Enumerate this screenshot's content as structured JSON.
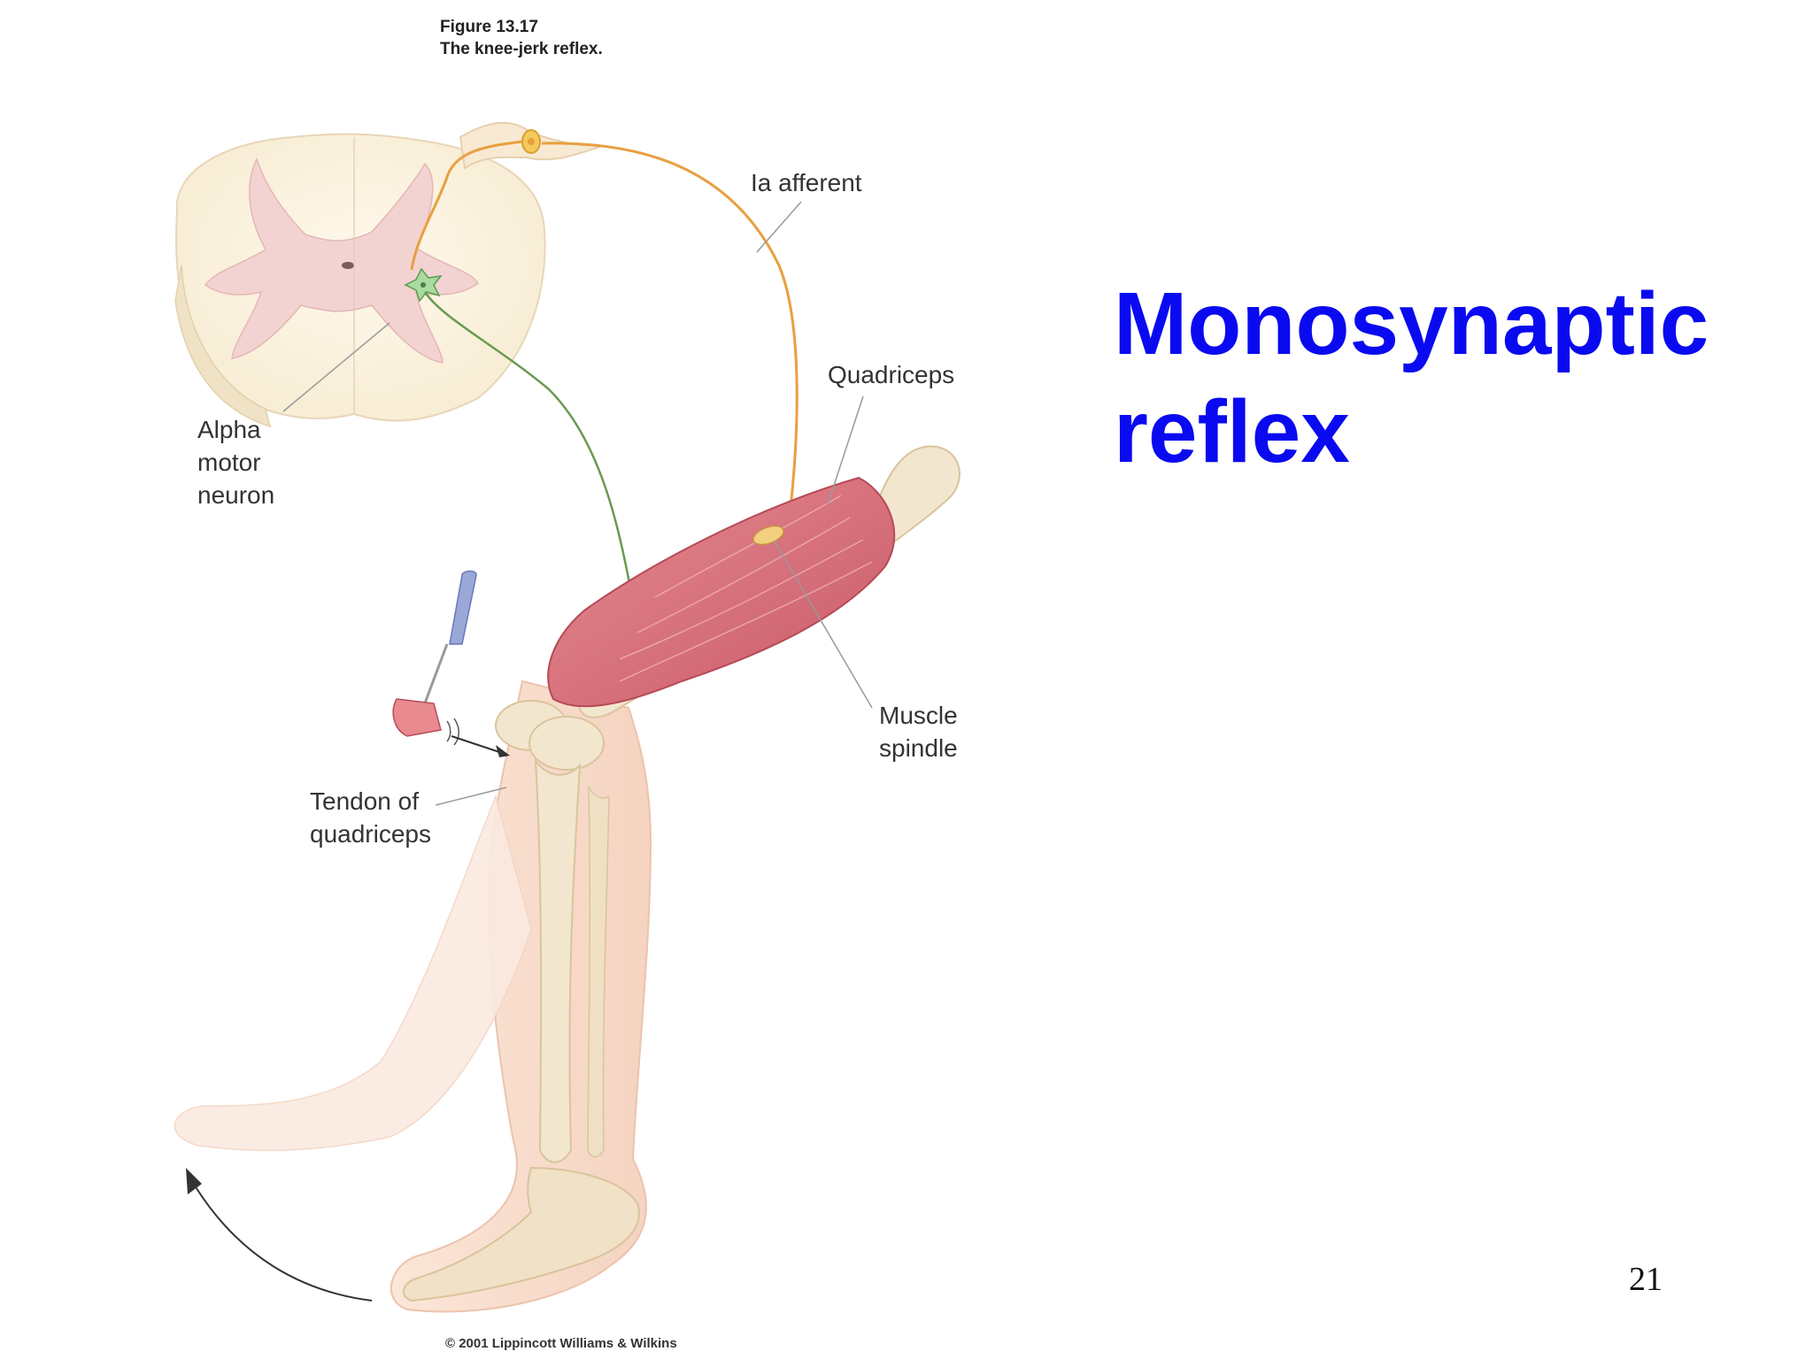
{
  "figure": {
    "number": "Figure 13.17",
    "caption": "The knee-jerk reflex."
  },
  "labels": {
    "ia_afferent": "Ia afferent",
    "quadriceps": "Quadriceps",
    "alpha_motor_neuron": [
      "Alpha",
      "motor",
      "neuron"
    ],
    "muscle_spindle": [
      "Muscle",
      "spindle"
    ],
    "tendon_of_quadriceps": [
      "Tendon of",
      "quadriceps"
    ]
  },
  "title": [
    "Monosynaptic",
    "reflex"
  ],
  "copyright": "© 2001 Lippincott Williams & Wilkins",
  "page_number": "21",
  "colors": {
    "title": "#0a0af0",
    "afferent_nerve": "#e8a040",
    "motor_nerve": "#6a9a50",
    "muscle": "#d9727c",
    "bone": "#f3e6cf",
    "skin": "#fbe4d6"
  }
}
